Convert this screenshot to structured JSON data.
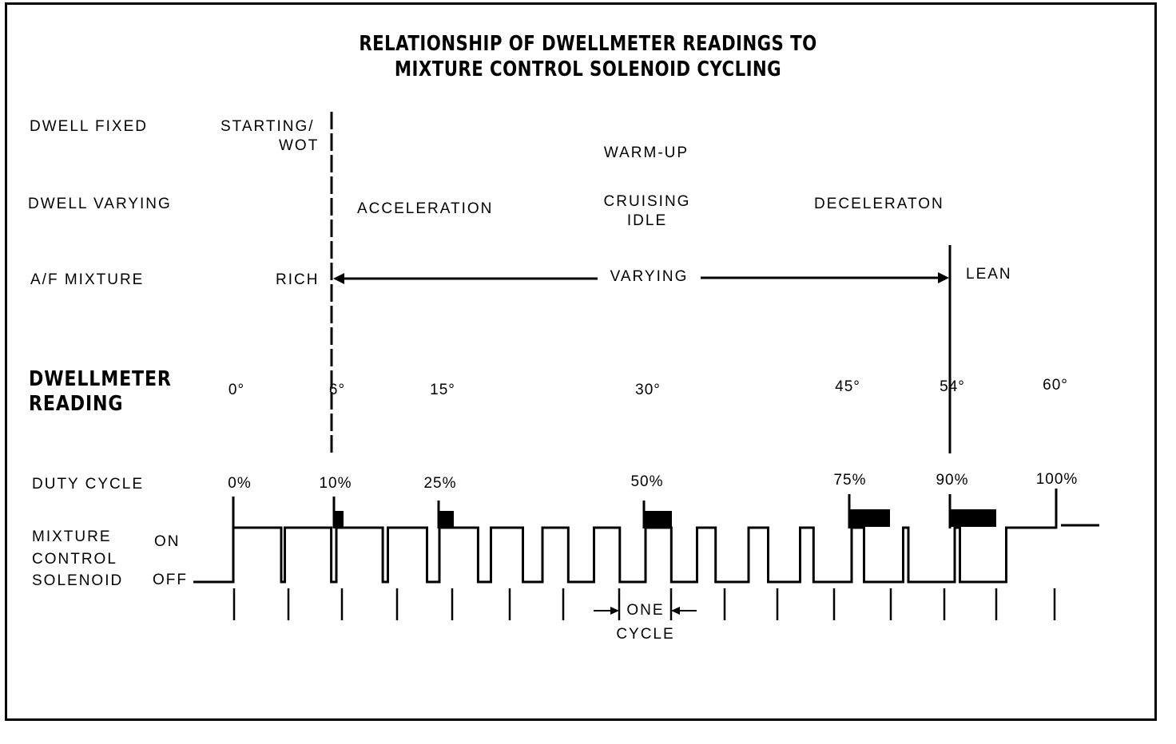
{
  "title": {
    "line1": "RELATIONSHIP OF DWELLMETER READINGS TO",
    "line2": "MIXTURE CONTROL SOLENOID CYCLING"
  },
  "rows": {
    "dwell_fixed": "DWELL FIXED",
    "dwell_varying": "DWELL VARYING",
    "af_mixture": "A/F MIXTURE",
    "dwellmeter_reading_line1": "DWELLMETER",
    "dwellmeter_reading_line2": "READING",
    "duty_cycle": "DUTY CYCLE",
    "mixture_control_solenoid_line1": "MIXTURE",
    "mixture_control_solenoid_line2": "CONTROL",
    "mixture_control_solenoid_line3": "SOLENOID"
  },
  "conditions": {
    "starting_wot_line1": "STARTING/",
    "starting_wot_line2": "WOT",
    "warm_up": "WARM-UP",
    "acceleration": "ACCELERATION",
    "cruising_line1": "CRUISING",
    "cruising_line2": "IDLE",
    "deceleration": "DECELERATON"
  },
  "mixture": {
    "rich": "RICH",
    "varying": "VARYING",
    "lean": "LEAN"
  },
  "dwell_readings": [
    "0°",
    "6°",
    "15°",
    "30°",
    "45°",
    "54°",
    "60°"
  ],
  "duty_cycles": [
    "0%",
    "10%",
    "25%",
    "50%",
    "75%",
    "90%",
    "100%"
  ],
  "solenoid": {
    "on": "ON",
    "off": "OFF"
  },
  "cycle_note": {
    "line1": "ONE",
    "line2": "CYCLE"
  },
  "colors": {
    "ink": "#000000",
    "background": "#ffffff"
  }
}
